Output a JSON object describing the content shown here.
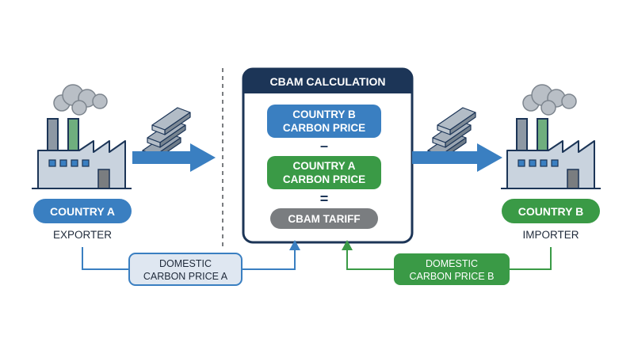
{
  "title": "CBAM CALCULATION",
  "left_country": {
    "name": "COUNTRY A",
    "role": "EXPORTER",
    "color": "#3a7fc1"
  },
  "right_country": {
    "name": "COUNTRY B",
    "role": "IMPORTER",
    "color": "#3a9a46"
  },
  "calculation": {
    "term1": [
      "COUNTRY B",
      "CARBON PRICE"
    ],
    "operator1": "–",
    "term2": [
      "COUNTRY A",
      "CARBON PRICE"
    ],
    "operator2": "=",
    "result": "CBAM TARIFF"
  },
  "feeds": {
    "left": [
      "DOMESTIC",
      "CARBON PRICE A"
    ],
    "right": [
      "DOMESTIC",
      "CARBON PRICE B"
    ]
  },
  "colors": {
    "navy": "#1c3557",
    "blue": "#3a7fc1",
    "green": "#3a9a46",
    "gray": "#7a7d80",
    "light_blue_fill": "#dfe7f1",
    "factory_body": "#c9d3de",
    "smoke": "#b9bfc6"
  },
  "icons": {
    "left_factory": "factory-icon",
    "right_factory": "factory-icon",
    "steel": "steel-beams-icon"
  }
}
